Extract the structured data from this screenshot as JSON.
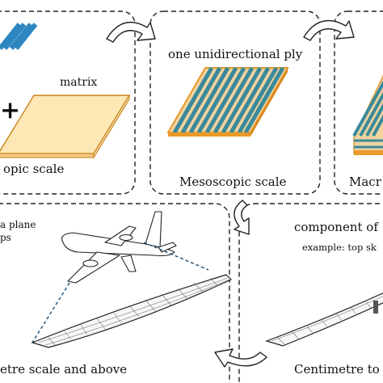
{
  "panels": {
    "microscopic": {
      "label_fragment": "opic scale",
      "matrix_label": "matrix",
      "plus_sign": "+"
    },
    "mesoscopic": {
      "ply_label": "one unidirectional ply",
      "scale_label": "Mesoscopic scale"
    },
    "macroscopic": {
      "scale_label": "Macr"
    },
    "metre": {
      "scale_label": "etre scale and above",
      "note_line1": "a plane",
      "note_line2": "ps"
    },
    "centimetre": {
      "component_label": "component of",
      "example_label": "example: top sk",
      "scale_label": "Centimetre to"
    }
  },
  "colors": {
    "fibre_blue": "#2e86c1",
    "matrix_fill": "#fde7b5",
    "matrix_edge": "#c8841c",
    "ply_fibre": "#3a8a9a",
    "ply_edge": "#e89a2c",
    "dash": "#222222",
    "wing_line": "#1f4f73"
  }
}
